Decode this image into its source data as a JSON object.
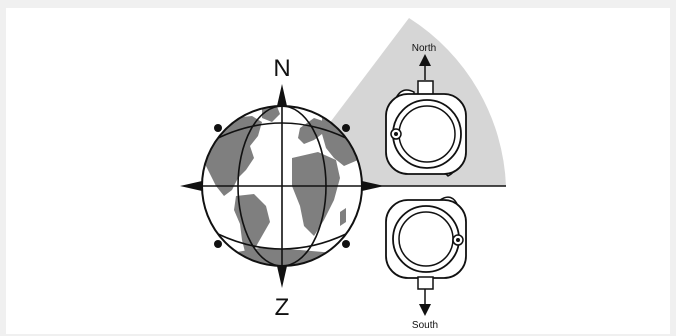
{
  "globe": {
    "pole_top_label": "N",
    "pole_bottom_label": "Z"
  },
  "device_north": {
    "label": "North"
  },
  "device_south": {
    "label": "South"
  },
  "colors": {
    "background": "#f0f0f0",
    "panel": "#ffffff",
    "sector_fill": "#d6d6d6",
    "land_fill": "#7f7f7f",
    "line": "#111111"
  }
}
